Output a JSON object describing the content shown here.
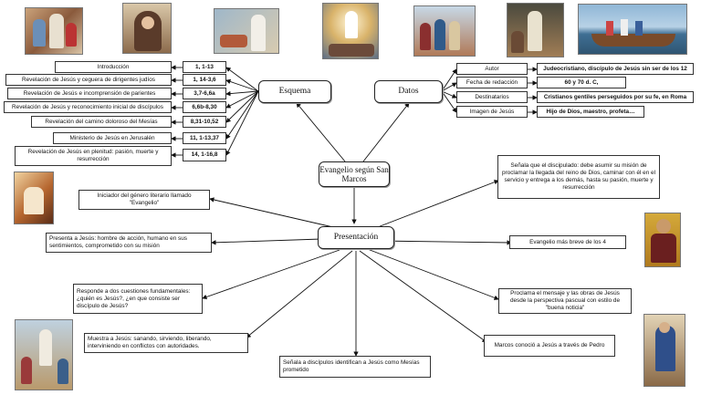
{
  "center": "Evangelio según San Marcos",
  "esquema": {
    "title": "Esquema",
    "items": [
      {
        "label": "Introducción",
        "ref": "1, 1-13"
      },
      {
        "label": "Revelación de Jesús y ceguera de dirigentes judíos",
        "ref": "1, 14-3,6"
      },
      {
        "label": "Revelación de Jesús e incomprensión de parientes",
        "ref": "3,7-6,6a"
      },
      {
        "label": "Revelación de Jesús y reconocimiento inicial de discípulos",
        "ref": "6,6b-8,30"
      },
      {
        "label": "Revelación del camino doloroso del Mesías",
        "ref": "8,31-10,52"
      },
      {
        "label": "Ministerio de Jesús en Jerusalén",
        "ref": "11, 1-13,37"
      },
      {
        "label": "Revelación de Jesús en plenitud: pasión, muerte y resurrección",
        "ref": "14, 1-16,8"
      }
    ]
  },
  "datos": {
    "title": "Datos",
    "items": [
      {
        "label": "Autor",
        "value": "Judeocristiano, discípulo de Jesús sin ser de los 12"
      },
      {
        "label": "Fecha de redacción",
        "value": "60 y 70 d. C,"
      },
      {
        "label": "Destinatarios",
        "value": "Cristianos gentiles perseguidos por su fe, en Roma"
      },
      {
        "label": "Imagen de Jesús",
        "value": "Hijo de Dios, maestro, profeta…"
      }
    ]
  },
  "presentacion": {
    "title": "Presentación",
    "items": [
      "Iniciador del género literario llamado \"Evangelio\"",
      "Presenta a Jesús: hombre de acción, humano en sus sentimientos, comprometido con su misión",
      "Responde a dos cuestiones fundamentales: ¿quién es Jesús?, ¿en que consiste ser discípulo de Jesús?",
      "Muestra a Jesús: sanando, sirviendo, liberando, interviniendo en conflictos con autoridades.",
      "Señala a discípulos identifican a Jesús como Mesías prometido",
      "Marcos conoció a Jesús a través de Pedro",
      "Proclama el mensaje y las obras de Jesús desde la perspectiva pascual con estilo de \"buena noticia\"",
      "Evangelio más breve de los 4",
      "Señala que el discipulado: debe asumir su misión de proclamar la llegada del reino de Dios, caminar con él en el servicio y entrega a los demás, hasta su pasión, muerte y resurrección"
    ]
  },
  "images": [
    {
      "icon": "children-with-jesus-painting"
    },
    {
      "icon": "praying-woman-painting"
    },
    {
      "icon": "jesus-healing-painting"
    },
    {
      "icon": "transfiguration-painting"
    },
    {
      "icon": "crowd-scene-painting"
    },
    {
      "icon": "jesus-preaching-painting"
    },
    {
      "icon": "boat-disciples-painting"
    },
    {
      "icon": "child-reading-painting"
    },
    {
      "icon": "saint-mark-icon-painting"
    },
    {
      "icon": "jesus-with-crowd-painting"
    },
    {
      "icon": "saint-mark-writing-painting"
    }
  ]
}
